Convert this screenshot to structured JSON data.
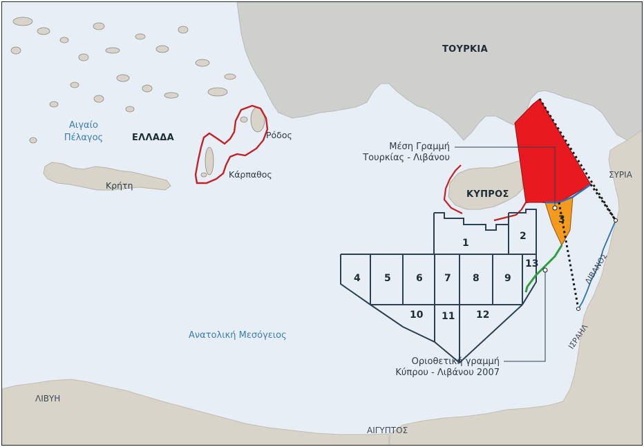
{
  "labels": {
    "turkey": "ΤΟΥΡΚΙΑ",
    "greece": "ΕΛΛΑΔΑ",
    "cyprus": "ΚΥΠΡΟΣ",
    "syria": "ΣΥΡΙΑ",
    "lebanon": "ΛΙΒΑΝΟΣ",
    "israel": "ΙΣΡΑΗΛ",
    "libya": "ΛΙΒΥΗ",
    "egypt": "ΑΙΓΥΠΤΟΣ",
    "aegean_line1": "Αιγαίο",
    "aegean_line2": "Πέλαγος",
    "crete": "Κρήτη",
    "rhodes": "Ρόδος",
    "karpathos": "Κάρπαθος",
    "east_med": "Ανατολική Μεσόγειος",
    "median_line1": "Μέση Γραμμή",
    "median_line2": "Τουρκίας - Λιβάνου",
    "delim_line1": "Οριοθετική γραμμή",
    "delim_line2": "Κύπρου - Λιβάνου 2007"
  },
  "blocks": [
    "1",
    "2",
    "3",
    "4",
    "5",
    "6",
    "7",
    "8",
    "9",
    "10",
    "11",
    "12",
    "13"
  ],
  "colors": {
    "sea": "#e7eef6",
    "land": "#d9d4c9",
    "turkey_land": "#cfcfcd",
    "zone_red": "#e8191f",
    "zone_orange": "#f39a1f",
    "line_green": "#2e9e3e",
    "line_blue": "#2c6fb8",
    "boundary_red": "#c22126",
    "blocks_navy": "#2a3f52"
  }
}
